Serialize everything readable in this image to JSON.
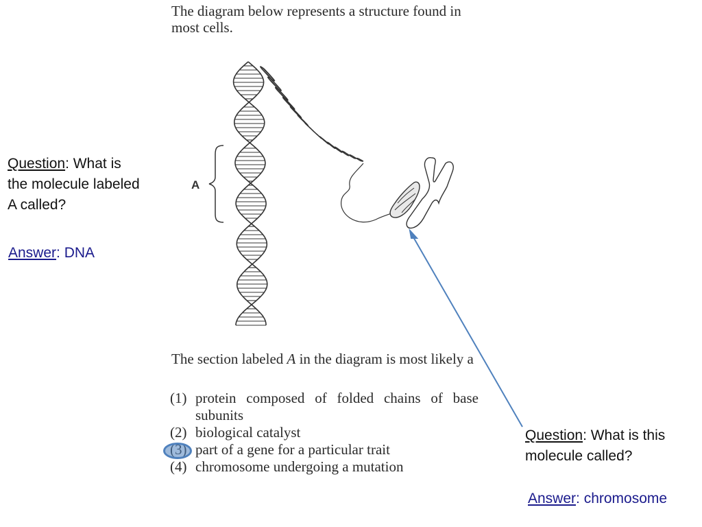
{
  "intro_text": "The diagram below represents a structure found in most cells.",
  "diagram": {
    "label_a": "A"
  },
  "question_stem_1": "The section labeled",
  "question_stem_a": "A",
  "question_stem_2": "in the diagram is most likely a",
  "choices": [
    {
      "num": "(1)",
      "text": "protein composed of folded chains of base subunits"
    },
    {
      "num": "(2)",
      "text": "biological catalyst"
    },
    {
      "num": "(3)",
      "text": "part of a gene for a particular trait"
    },
    {
      "num": "(4)",
      "text": "chromosome undergoing a mutation"
    }
  ],
  "note_left": {
    "question_label": "Question",
    "question_text": ": What is the molecule labeled A called?",
    "answer_label": "Answer",
    "answer_text": ": DNA"
  },
  "note_right": {
    "question_label": "Question",
    "question_text": ": What is this molecule called?",
    "answer_label": "Answer",
    "answer_text": ": chromosome"
  },
  "colors": {
    "arrow": "#4f81bd",
    "highlight": "#4f81bd",
    "answer_text": "#1a1a8c"
  }
}
